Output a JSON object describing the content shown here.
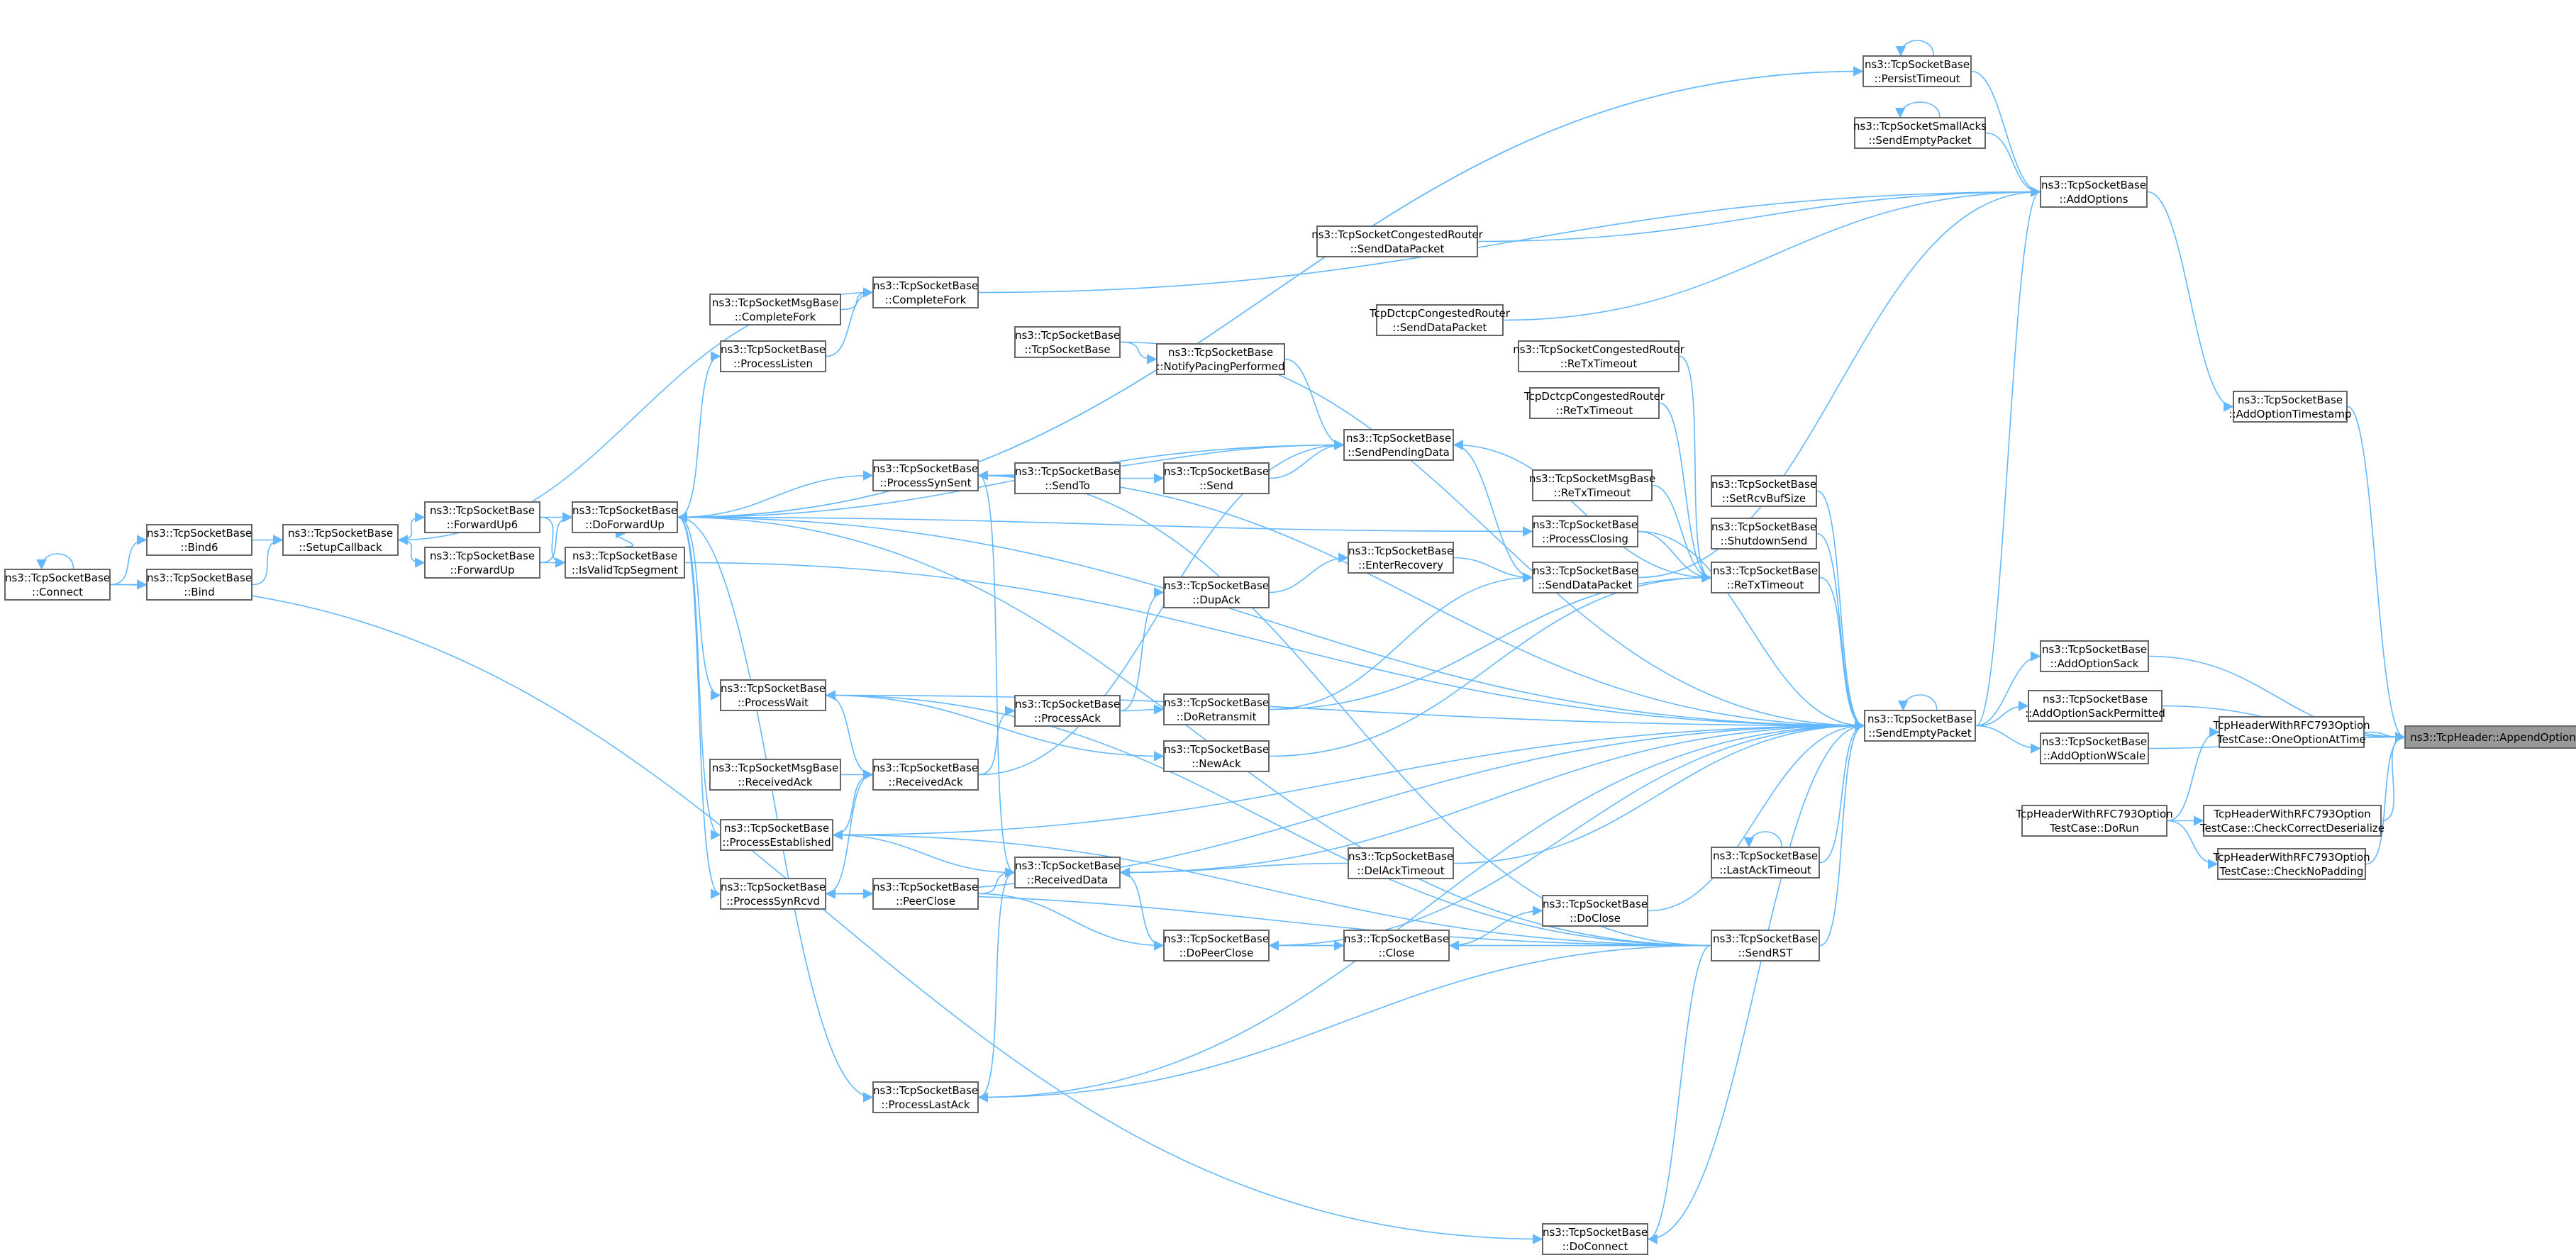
{
  "graph": {
    "title": "Caller graph for ns3::TcpHeader::AppendOption",
    "colors": {
      "edge": "#63b8ff",
      "node_border": "#666666",
      "root_fill": "#999999"
    },
    "nodes": [
      {
        "id": "append",
        "l1": "ns3::TcpHeader::AppendOption",
        "l2": "",
        "root": true
      },
      {
        "id": "addoptsack",
        "l1": "ns3::TcpSocketBase",
        "l2": "::AddOptionSack"
      },
      {
        "id": "addoptsackp",
        "l1": "ns3::TcpSocketBase",
        "l2": "::AddOptionSackPermitted"
      },
      {
        "id": "addoptwscale",
        "l1": "ns3::TcpSocketBase",
        "l2": "::AddOptionWScale"
      },
      {
        "id": "addopttime",
        "l1": "ns3::TcpSocketBase",
        "l2": "::AddOptionTimestamp"
      },
      {
        "id": "addoptions",
        "l1": "ns3::TcpSocketBase",
        "l2": "::AddOptions"
      },
      {
        "id": "tcpone",
        "l1": "TcpHeaderWithRFC793Option",
        "l2": "TestCase::OneOptionAtTime"
      },
      {
        "id": "tcpcheckdes",
        "l1": "TcpHeaderWithRFC793Option",
        "l2": "TestCase::CheckCorrectDeserialize"
      },
      {
        "id": "tcpnopad",
        "l1": "TcpHeaderWithRFC793Option",
        "l2": "TestCase::CheckNoPadding"
      },
      {
        "id": "tcpdorun",
        "l1": "TcpHeaderWithRFC793Option",
        "l2": "TestCase::DoRun"
      },
      {
        "id": "persist",
        "l1": "ns3::TcpSocketBase",
        "l2": "::PersistTimeout"
      },
      {
        "id": "smallacks",
        "l1": "ns3::TcpSocketSmallAcks",
        "l2": "::SendEmptyPacket"
      },
      {
        "id": "congsend",
        "l1": "ns3::TcpSocketCongestedRouter",
        "l2": "::SendDataPacket"
      },
      {
        "id": "dctcpsend",
        "l1": "TcpDctcpCongestedRouter",
        "l2": "::SendDataPacket"
      },
      {
        "id": "congretx",
        "l1": "ns3::TcpSocketCongestedRouter",
        "l2": "::ReTxTimeout"
      },
      {
        "id": "dctcpretx",
        "l1": "TcpDctcpCongestedRouter",
        "l2": "::ReTxTimeout"
      },
      {
        "id": "msgretx",
        "l1": "ns3::TcpSocketMsgBase",
        "l2": "::ReTxTimeout"
      },
      {
        "id": "setrcvbuf",
        "l1": "ns3::TcpSocketBase",
        "l2": "::SetRcvBufSize"
      },
      {
        "id": "shutdown",
        "l1": "ns3::TcpSocketBase",
        "l2": "::ShutdownSend"
      },
      {
        "id": "retx",
        "l1": "ns3::TcpSocketBase",
        "l2": "::ReTxTimeout"
      },
      {
        "id": "sendempty",
        "l1": "ns3::TcpSocketBase",
        "l2": "::SendEmptyPacket"
      },
      {
        "id": "lastack",
        "l1": "ns3::TcpSocketBase",
        "l2": "::LastAckTimeout"
      },
      {
        "id": "sendrst",
        "l1": "ns3::TcpSocketBase",
        "l2": "::SendRST"
      },
      {
        "id": "doconnect",
        "l1": "ns3::TcpSocketBase",
        "l2": "::DoConnect"
      },
      {
        "id": "sendpending",
        "l1": "ns3::TcpSocketBase",
        "l2": "::SendPendingData"
      },
      {
        "id": "procclosing",
        "l1": "ns3::TcpSocketBase",
        "l2": "::ProcessClosing"
      },
      {
        "id": "senddata",
        "l1": "ns3::TcpSocketBase",
        "l2": "::SendDataPacket"
      },
      {
        "id": "enterrec",
        "l1": "ns3::TcpSocketBase",
        "l2": "::EnterRecovery"
      },
      {
        "id": "delack",
        "l1": "ns3::TcpSocketBase",
        "l2": "::DelAckTimeout"
      },
      {
        "id": "doclose",
        "l1": "ns3::TcpSocketBase",
        "l2": "::DoClose"
      },
      {
        "id": "close",
        "l1": "ns3::TcpSocketBase",
        "l2": "::Close"
      },
      {
        "id": "tsb",
        "l1": "ns3::TcpSocketBase",
        "l2": "::TcpSocketBase"
      },
      {
        "id": "notifypacing",
        "l1": "ns3::TcpSocketBase",
        "l2": "::NotifyPacingPerformed"
      },
      {
        "id": "sendto",
        "l1": "ns3::TcpSocketBase",
        "l2": "::SendTo"
      },
      {
        "id": "send",
        "l1": "ns3::TcpSocketBase",
        "l2": "::Send"
      },
      {
        "id": "dupack",
        "l1": "ns3::TcpSocketBase",
        "l2": "::DupAck"
      },
      {
        "id": "doretx",
        "l1": "ns3::TcpSocketBase",
        "l2": "::DoRetransmit"
      },
      {
        "id": "newack",
        "l1": "ns3::TcpSocketBase",
        "l2": "::NewAck"
      },
      {
        "id": "dopeerclose",
        "l1": "ns3::TcpSocketBase",
        "l2": "::DoPeerClose"
      },
      {
        "id": "completefork",
        "l1": "ns3::TcpSocketBase",
        "l2": "::CompleteFork"
      },
      {
        "id": "proclisten",
        "l1": "ns3::TcpSocketBase",
        "l2": "::ProcessListen"
      },
      {
        "id": "procsynsent",
        "l1": "ns3::TcpSocketBase",
        "l2": "::ProcessSynSent"
      },
      {
        "id": "procack",
        "l1": "ns3::TcpSocketBase",
        "l2": "::ProcessAck"
      },
      {
        "id": "recvack",
        "l1": "ns3::TcpSocketBase",
        "l2": "::ReceivedAck"
      },
      {
        "id": "recvdata",
        "l1": "ns3::TcpSocketBase",
        "l2": "::ReceivedData"
      },
      {
        "id": "peerclose",
        "l1": "ns3::TcpSocketBase",
        "l2": "::PeerClose"
      },
      {
        "id": "proclastack",
        "l1": "ns3::TcpSocketBase",
        "l2": "::ProcessLastAck"
      },
      {
        "id": "msgcompfork",
        "l1": "ns3::TcpSocketMsgBase",
        "l2": "::CompleteFork"
      },
      {
        "id": "procwait",
        "l1": "ns3::TcpSocketBase",
        "l2": "::ProcessWait"
      },
      {
        "id": "msgrecvack",
        "l1": "ns3::TcpSocketMsgBase",
        "l2": "::ReceivedAck"
      },
      {
        "id": "procest",
        "l1": "ns3::TcpSocketBase",
        "l2": "::ProcessEstablished"
      },
      {
        "id": "procsynrcvd",
        "l1": "ns3::TcpSocketBase",
        "l2": "::ProcessSynRcvd"
      },
      {
        "id": "doforwardup",
        "l1": "ns3::TcpSocketBase",
        "l2": "::DoForwardUp"
      },
      {
        "id": "isvalid",
        "l1": "ns3::TcpSocketBase",
        "l2": "::IsValidTcpSegment"
      },
      {
        "id": "forwardup6",
        "l1": "ns3::TcpSocketBase",
        "l2": "::ForwardUp6"
      },
      {
        "id": "forwardup",
        "l1": "ns3::TcpSocketBase",
        "l2": "::ForwardUp"
      },
      {
        "id": "setupcb",
        "l1": "ns3::TcpSocketBase",
        "l2": "::SetupCallback"
      },
      {
        "id": "bind6",
        "l1": "ns3::TcpSocketBase",
        "l2": "::Bind6"
      },
      {
        "id": "bind",
        "l1": "ns3::TcpSocketBase",
        "l2": "::Bind"
      },
      {
        "id": "connect",
        "l1": "ns3::TcpSocketBase",
        "l2": "::Connect"
      }
    ]
  }
}
